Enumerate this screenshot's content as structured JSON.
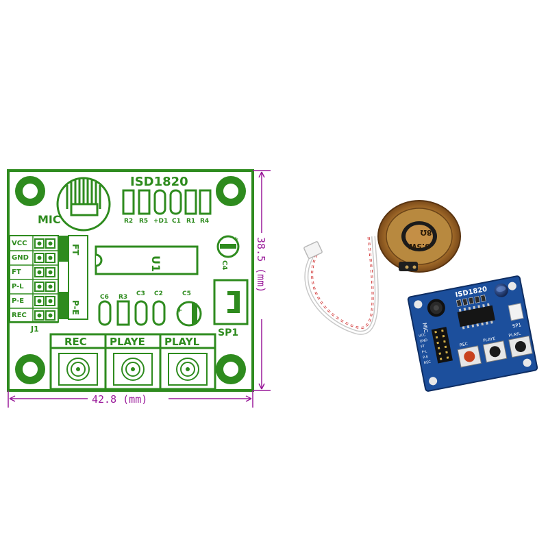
{
  "colors": {
    "board_green": "#2e8b1e",
    "dimension_purple": "#9a1a9a",
    "pcb_blue": "#1c4f9c",
    "button_red": "#c8421e"
  },
  "diagram": {
    "chip_label": "ISD1820",
    "mic_label": "MIC",
    "top_components": [
      "R2",
      "R5",
      "+D1",
      "C1",
      "R1",
      "R4"
    ],
    "pin_labels": [
      "VCC",
      "GND",
      "FT",
      "P-L",
      "P-E",
      "REC"
    ],
    "ft_label": "FT",
    "pe_label": "P-E",
    "header_label": "J1",
    "ic_label": "U1",
    "cap_labels": [
      "C6",
      "R3",
      "C3",
      "C2",
      "C5"
    ],
    "c4_label": "C4",
    "speaker_label": "SP1",
    "buttons": [
      "REC",
      "PLAYE",
      "PLAYL"
    ],
    "width_dim": "42.8 (mm)",
    "height_dim": "38.5 (mm)"
  },
  "photo": {
    "speaker_marking_line1": "8Ω",
    "speaker_marking_line2": "0.5W",
    "board_title": "ISD1820",
    "board_mic": "MIC",
    "board_sp": "SP1",
    "board_buttons": [
      "REC",
      "PLAYE",
      "PLAYL"
    ],
    "board_pins": [
      "VCC",
      "GND",
      "FT",
      "P-L",
      "P-E",
      "REC"
    ]
  }
}
